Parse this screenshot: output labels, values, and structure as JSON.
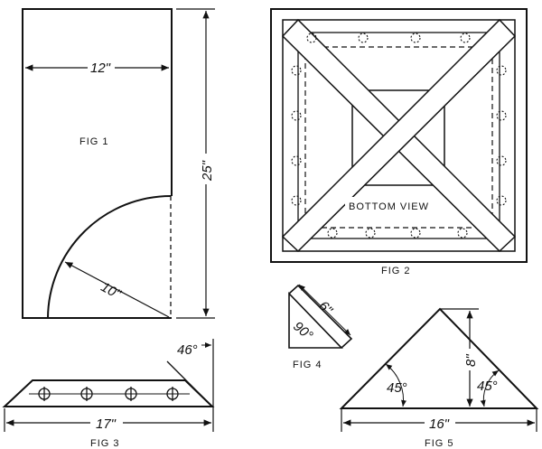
{
  "fig1": {
    "label": "FIG 1",
    "width": "12\"",
    "height": "25\"",
    "radius": "10\""
  },
  "fig2": {
    "label": "FIG 2",
    "view": "BOTTOM VIEW"
  },
  "fig3": {
    "label": "FIG 3",
    "length": "17\"",
    "angle": "46°"
  },
  "fig4": {
    "label": "FIG 4",
    "length": "6\"",
    "angle": "90°"
  },
  "fig5": {
    "label": "FIG 5",
    "base": "16\"",
    "height": "8\"",
    "angle_left": "45°",
    "angle_right": "45°"
  },
  "colors": {
    "ink": "#111111",
    "paper": "#ffffff"
  }
}
